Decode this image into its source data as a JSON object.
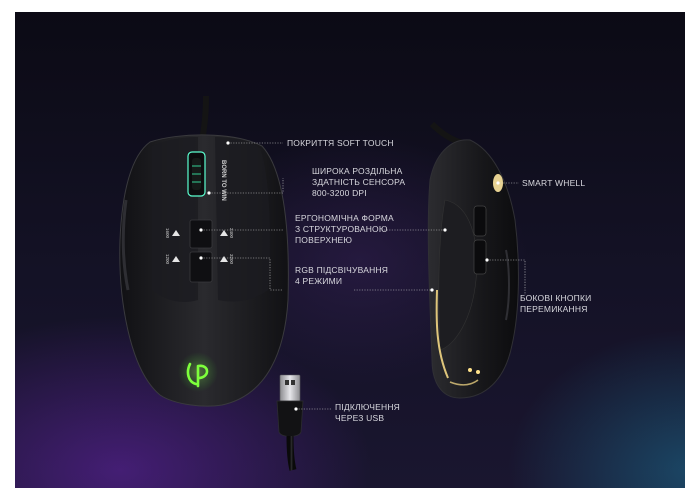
{
  "mouse_brand_text": "BORN TO WIN",
  "callouts": {
    "soft_touch": "ПОКРИТТЯ SOFT TOUCH",
    "resolution_line1": "ШИРОКА РОЗДІЛЬНА",
    "resolution_line2": "ЗДАТНІСТЬ СЕНСОРА",
    "resolution_line3": "800-3200 DPI",
    "ergonomic_line1": "ЕРГОНОМІЧНА ФОРМА",
    "ergonomic_line2": "З СТРУКТУРОВАНОЮ",
    "ergonomic_line3": "ПОВЕРХНЕЮ",
    "rgb_line1": "RGB ПІДСВІЧУВАННЯ",
    "rgb_line2": "4 РЕЖИМИ",
    "usb_line1": "ПІДКЛЮЧЕННЯ",
    "usb_line2": "ЧЕРЕЗ USB",
    "smart_wheel": "SMART WHELL",
    "side_buttons_line1": "БОКОВІ КНОПКИ",
    "side_buttons_line2": "ПЕРЕМИКАННЯ"
  },
  "dpi_button_labels": [
    "1600",
    "1200",
    "2400",
    "3200"
  ],
  "colors": {
    "logo_glow": "#7dff3c",
    "rgb_glow_side": "#ffe28a",
    "wheel_glow": "#5bffd0",
    "leader_line": "#cfcfcf"
  }
}
